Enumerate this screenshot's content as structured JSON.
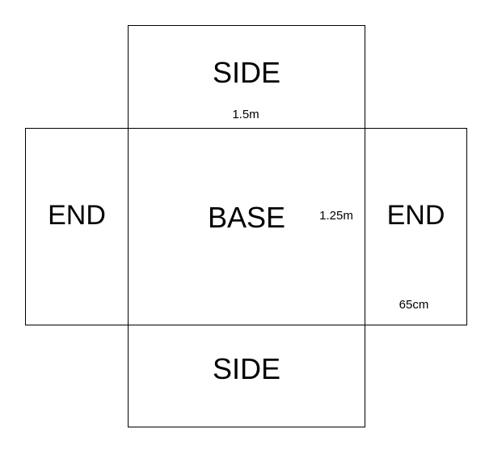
{
  "panels": {
    "top_side": "SIDE",
    "left_end": "END",
    "base": "BASE",
    "right_end": "END",
    "bottom_side": "SIDE"
  },
  "dimensions": {
    "base_length": "1.5m",
    "base_width": "1.25m",
    "end_depth": "65cm"
  }
}
